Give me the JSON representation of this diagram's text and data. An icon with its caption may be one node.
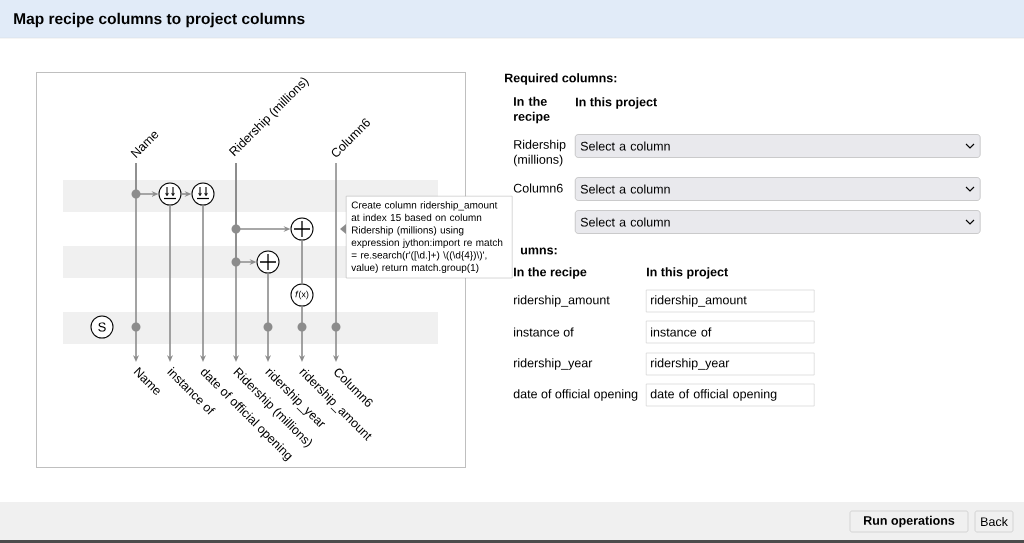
{
  "diagram": {
    "title": "Map recipe columns to project columns",
    "nodes": [
      {
        "text": [
          "Name"
        ]
      },
      {
        "text": [
          "Ridership (millions)"
        ]
      },
      {
        "text": [
          "Column6"
        ]
      },
      {
        "text": [],
        "shape": "circle"
      },
      {
        "text": [],
        "shape": "circle"
      },
      {
        "text": [],
        "shape": "circle"
      },
      {
        "text": [],
        "shape": "circle"
      },
      {
        "text": [
          "*f*(x)"
        ]
      },
      {
        "text": [
          "S"
        ]
      },
      {
        "text": [
          "Name"
        ]
      },
      {
        "text": [
          "instance of"
        ]
      },
      {
        "text": [
          "date of official opening"
        ]
      },
      {
        "text": [
          "Ridership (millions)"
        ]
      },
      {
        "text": [
          "ridership_year"
        ]
      },
      {
        "text": [
          "ridership_amount"
        ]
      },
      {
        "text": [
          "Column6"
        ]
      },
      {
        "text": [
          "Create column ridership_amount at index 15 based on column Ridership (millions) using expression jython:import re match = re.search(r'([\\d.]+) \\((\\d{4})\\)', value) return match.group(1)"
        ]
      },
      {
        "text": [
          "Select a column"
        ]
      },
      {
        "text": [
          "Select a column"
        ]
      },
      {
        "text": [
          "Select a column"
        ]
      },
      {
        "text": [
          "ridership_amount"
        ]
      },
      {
        "text": [
          "instance of"
        ]
      },
      {
        "text": [
          "ridership_year"
        ]
      },
      {
        "text": [
          "date of official opening"
        ]
      },
      {
        "text": [
          "Run operations"
        ]
      },
      {
        "text": [
          "Back"
        ]
      }
    ],
    "edges": [
      {
        "from": 0,
        "to": 9,
        "arrow": "to"
      },
      {
        "from": 0,
        "to": 3,
        "arrow": "to"
      },
      {
        "from": 3,
        "to": 4,
        "arrow": "to"
      },
      {
        "from": 3,
        "to": 10,
        "arrow": "to"
      },
      {
        "from": 4,
        "to": 11,
        "arrow": "to"
      },
      {
        "from": 1,
        "to": 12,
        "arrow": "to"
      },
      {
        "from": 1,
        "to": 5,
        "arrow": "to"
      },
      {
        "from": 1,
        "to": 6,
        "arrow": "to"
      },
      {
        "from": 6,
        "to": 13,
        "arrow": "to"
      },
      {
        "from": 5,
        "to": 7,
        "arrow": "none"
      },
      {
        "from": 7,
        "to": 14,
        "arrow": "to"
      },
      {
        "from": 2,
        "to": 15,
        "arrow": "to"
      }
    ],
    "labels": [
      "Required columns:",
      "In the recipe",
      "In this project",
      "Ridership (millions)",
      "Column6",
      "umns:",
      "In the recipe",
      "In this project",
      "ridership_amount",
      "instance of",
      "ridership_year",
      "date of official opening"
    ]
  }
}
